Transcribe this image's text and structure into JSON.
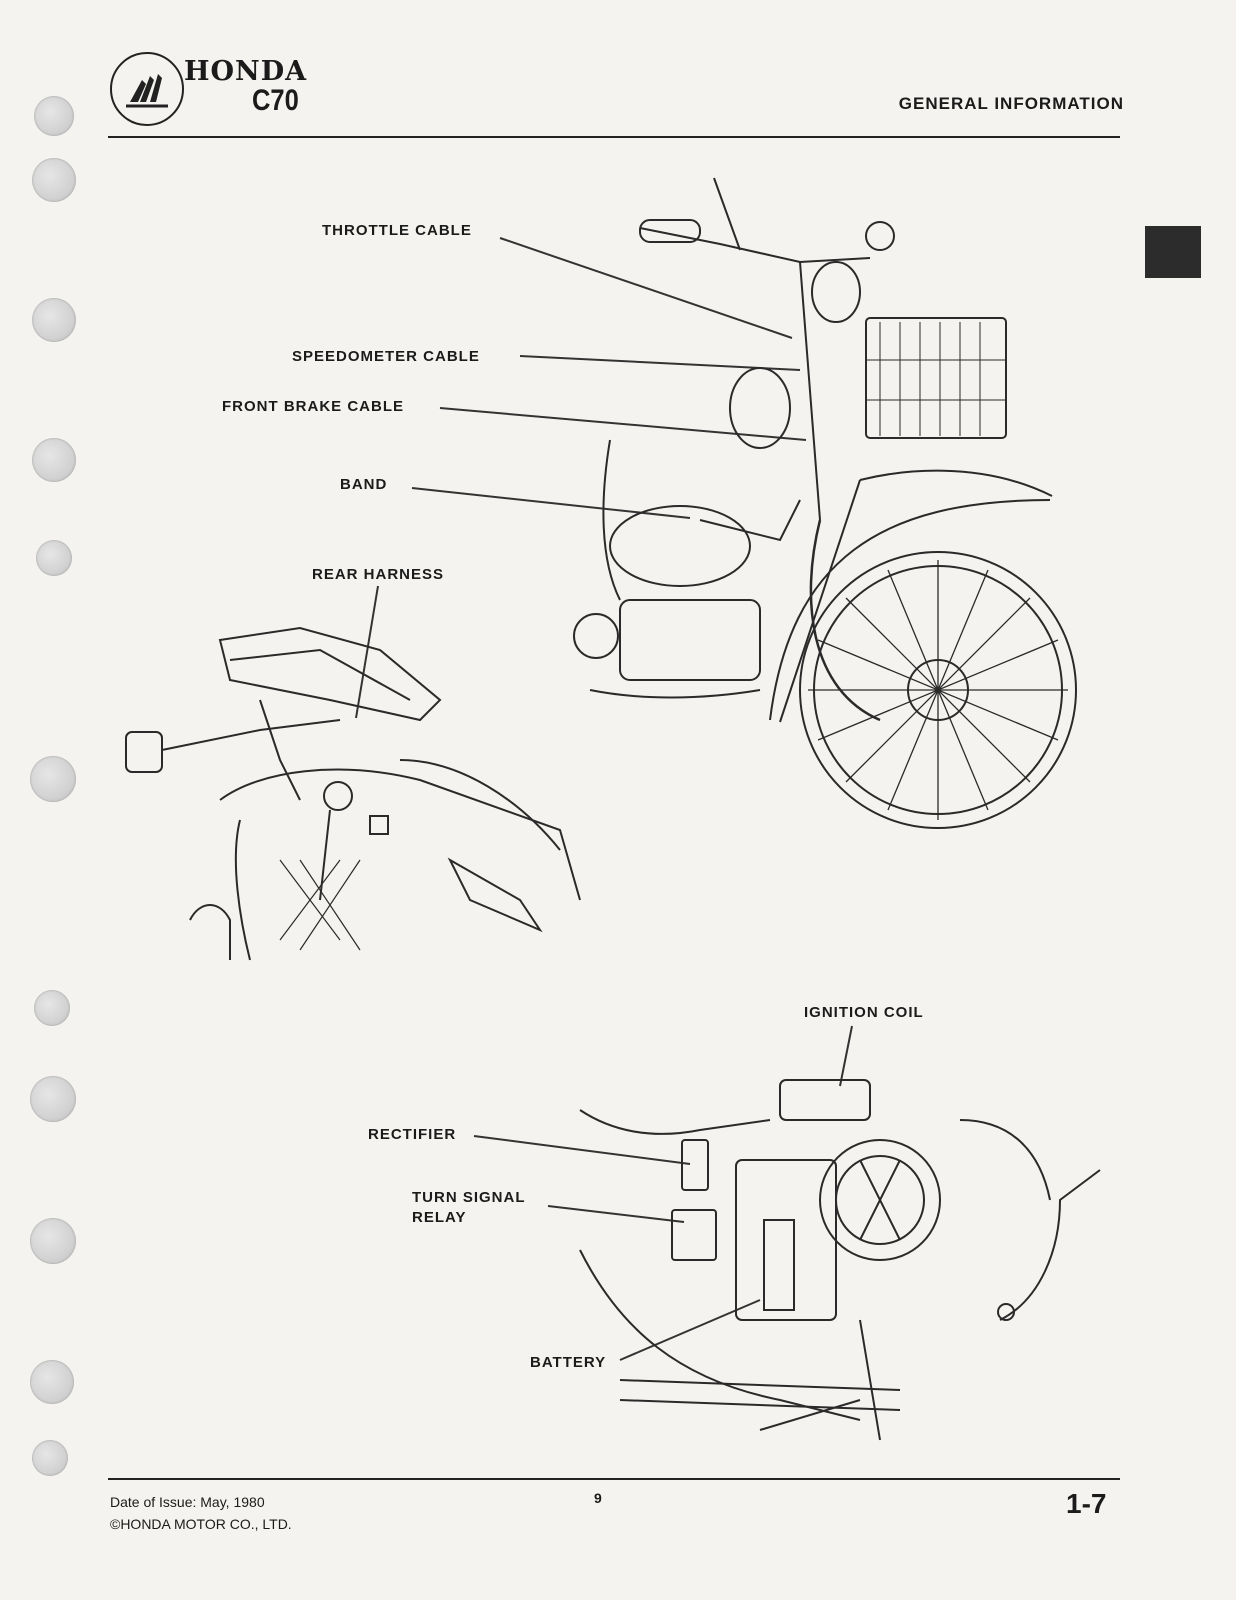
{
  "header": {
    "brand": "HONDA",
    "model": "C70",
    "section": "GENERAL INFORMATION"
  },
  "labels": {
    "throttle_cable": "THROTTLE CABLE",
    "speedometer_cable": "SPEEDOMETER CABLE",
    "front_brake_cable": "FRONT BRAKE CABLE",
    "band": "BAND",
    "rear_harness": "REAR HARNESS",
    "ignition_coil": "IGNITION COIL",
    "rectifier": "RECTIFIER",
    "turn_signal_relay": "TURN SIGNAL\nRELAY",
    "battery": "BATTERY"
  },
  "footer": {
    "date_of_issue": "Date of Issue:  May, 1980",
    "copyright": "©HONDA MOTOR CO., LTD.",
    "sheet_number": "9",
    "page_number": "1-7"
  }
}
